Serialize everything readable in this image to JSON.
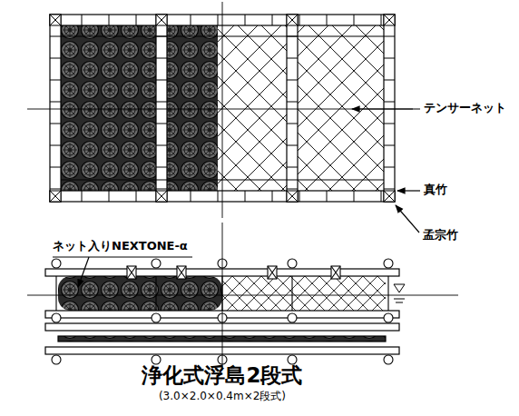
{
  "diagram": {
    "title": "浄化式浮島2段式",
    "caption": "(3.0×2.0×0.4m×2段式)",
    "labels": [
      "テンサーネット",
      "真竹",
      "孟宗竹",
      "ネット入りNEXTONE-α"
    ]
  }
}
